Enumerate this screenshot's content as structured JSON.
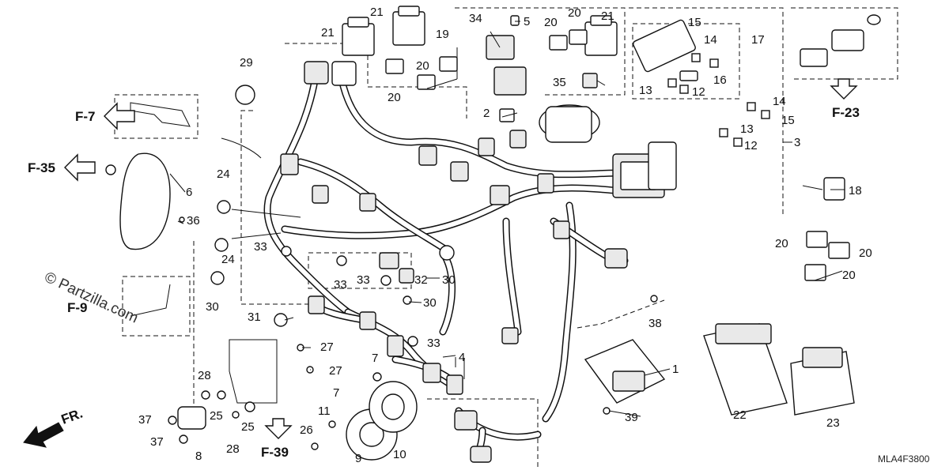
{
  "diagram_code": "MLA4F3800",
  "watermark": "© Partzilla.com",
  "direction_label": "FR.",
  "labels": {
    "p1": "1",
    "p2": "2",
    "p3": "3",
    "p4": "4",
    "p5": "5",
    "p6": "6",
    "p7a": "7",
    "p7b": "7",
    "p8": "8",
    "p9": "9",
    "p10": "10",
    "p11": "11",
    "p12a": "12",
    "p12b": "12",
    "p13a": "13",
    "p13b": "13",
    "p14a": "14",
    "p14b": "14",
    "p15a": "15",
    "p15b": "15",
    "p16": "16",
    "p17": "17",
    "p18": "18",
    "p19": "19",
    "p20a": "20",
    "p20b": "20",
    "p20c": "20",
    "p20d": "20",
    "p20e": "20",
    "p20f": "20",
    "p20g": "20",
    "p21a": "21",
    "p21b": "21",
    "p21c": "21",
    "p22": "22",
    "p23": "23",
    "p24a": "24",
    "p24b": "24",
    "p25a": "25",
    "p25b": "25",
    "p26": "26",
    "p27a": "27",
    "p27b": "27",
    "p28a": "28",
    "p28b": "28",
    "p29": "29",
    "p30a": "30",
    "p30b": "30",
    "p30c": "30",
    "p31": "31",
    "p32": "32",
    "p33a": "33",
    "p33b": "33",
    "p33c": "33",
    "p33d": "33",
    "p34": "34",
    "p35": "35",
    "p36": "36",
    "p37a": "37",
    "p37b": "37",
    "p38": "38",
    "p39": "39"
  },
  "references": {
    "f7": "F-7",
    "f35": "F-35",
    "f9": "F-9",
    "f23": "F-23",
    "f39": "F-39"
  }
}
